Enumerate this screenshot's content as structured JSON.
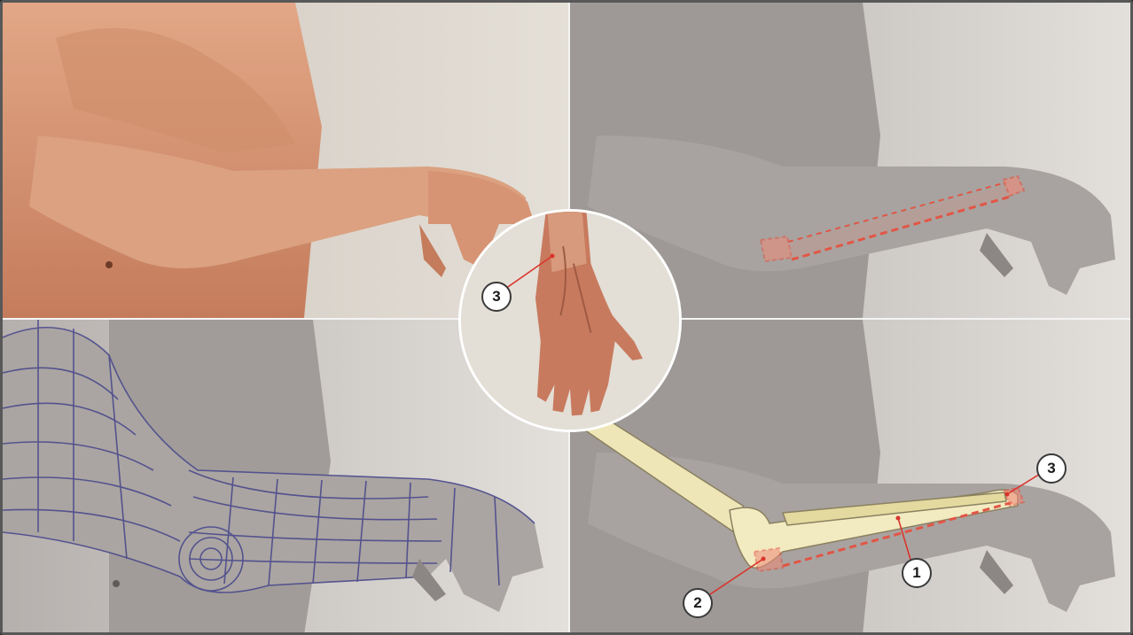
{
  "colors": {
    "skin_warm": "#d99a78",
    "skin_shadow": "#b46f52",
    "background_warm": "#dcd6ce",
    "grayscale_skin": "#9a9593",
    "wireframe": "#4b4a8c",
    "bone": "#efe6b8",
    "landmark": "#e25545",
    "leader_line": "#d9342b"
  },
  "panels": [
    {
      "name": "photo-color",
      "icon": "arm-photo-icon"
    },
    {
      "name": "photo-landmarks",
      "icon": "arm-landmark-icon"
    },
    {
      "name": "photo-wireframe",
      "icon": "arm-wireframe-icon"
    },
    {
      "name": "photo-skeleton",
      "icon": "arm-skeleton-icon"
    }
  ],
  "inset": {
    "icon": "wrist-closeup-icon"
  },
  "callouts": {
    "inset_marker": "3",
    "ulna_shaft": "1",
    "olecranon": "2",
    "styloid": "3"
  }
}
